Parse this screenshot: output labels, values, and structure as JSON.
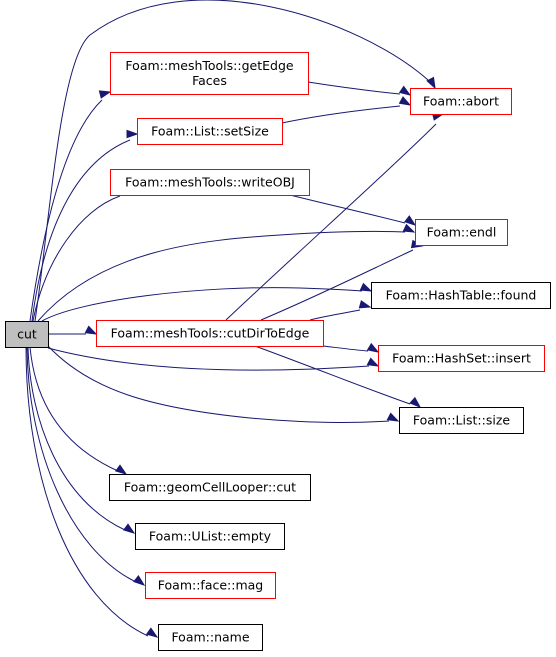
{
  "colors": {
    "edge": "#191970",
    "root_fill": "#bfbfbf",
    "root_border": "#000000",
    "link_border_black": "#000000",
    "link_border_red": "#ff0000",
    "node_fill": "#ffffff"
  },
  "nodes": [
    {
      "id": "cut",
      "lines": [
        "cut"
      ],
      "style": "root"
    },
    {
      "id": "getEdgeFaces",
      "lines": [
        "Foam::meshTools::getEdge",
        "Faces"
      ],
      "style": "red"
    },
    {
      "id": "setSize",
      "lines": [
        "Foam::List::setSize"
      ],
      "style": "red"
    },
    {
      "id": "writeOBJ",
      "lines": [
        "Foam::meshTools::writeOBJ"
      ],
      "style": "red"
    },
    {
      "id": "cutDirToEdge",
      "lines": [
        "Foam::meshTools::cutDirToEdge"
      ],
      "style": "red"
    },
    {
      "id": "geomCut",
      "lines": [
        "Foam::geomCellLooper::cut"
      ],
      "style": "black"
    },
    {
      "id": "empty",
      "lines": [
        "Foam::UList::empty"
      ],
      "style": "black"
    },
    {
      "id": "mag",
      "lines": [
        "Foam::face::mag"
      ],
      "style": "red"
    },
    {
      "id": "name",
      "lines": [
        "Foam::name"
      ],
      "style": "black"
    },
    {
      "id": "abort",
      "lines": [
        "Foam::abort"
      ],
      "style": "red"
    },
    {
      "id": "endl",
      "lines": [
        "Foam::endl"
      ],
      "style": "red"
    },
    {
      "id": "found",
      "lines": [
        "Foam::HashTable::found"
      ],
      "style": "black"
    },
    {
      "id": "insert",
      "lines": [
        "Foam::HashSet::insert"
      ],
      "style": "red"
    },
    {
      "id": "size",
      "lines": [
        "Foam::List::size"
      ],
      "style": "black"
    }
  ],
  "edges": [
    {
      "from": "cut",
      "to": "abort"
    },
    {
      "from": "cut",
      "to": "getEdgeFaces"
    },
    {
      "from": "cut",
      "to": "setSize"
    },
    {
      "from": "cut",
      "to": "writeOBJ"
    },
    {
      "from": "cut",
      "to": "endl"
    },
    {
      "from": "cut",
      "to": "found"
    },
    {
      "from": "cut",
      "to": "cutDirToEdge"
    },
    {
      "from": "cut",
      "to": "insert"
    },
    {
      "from": "cut",
      "to": "size"
    },
    {
      "from": "cut",
      "to": "geomCut"
    },
    {
      "from": "cut",
      "to": "empty"
    },
    {
      "from": "cut",
      "to": "mag"
    },
    {
      "from": "cut",
      "to": "name"
    },
    {
      "from": "getEdgeFaces",
      "to": "abort"
    },
    {
      "from": "setSize",
      "to": "abort"
    },
    {
      "from": "writeOBJ",
      "to": "endl"
    },
    {
      "from": "cutDirToEdge",
      "to": "abort"
    },
    {
      "from": "cutDirToEdge",
      "to": "endl"
    },
    {
      "from": "cutDirToEdge",
      "to": "found"
    },
    {
      "from": "cutDirToEdge",
      "to": "insert"
    },
    {
      "from": "cutDirToEdge",
      "to": "size"
    }
  ]
}
